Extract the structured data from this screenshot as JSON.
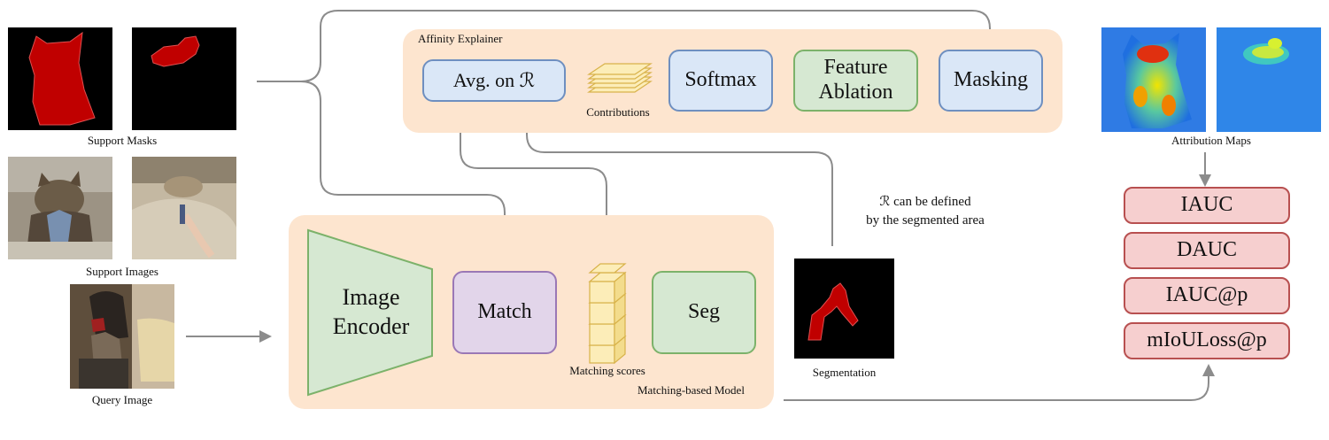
{
  "left": {
    "support_masks_caption": "Support Masks",
    "support_images_caption": "Support Images",
    "query_image_caption": "Query Image"
  },
  "explainer": {
    "title": "Affinity Explainer",
    "avg_label": "Avg. on ℛ",
    "contributions_label": "Contributions",
    "softmax_label": "Softmax",
    "feature_ablation_label_1": "Feature",
    "feature_ablation_label_2": "Ablation",
    "masking_label": "Masking"
  },
  "model": {
    "title": "Matching-based Model",
    "encoder_label_1": "Image",
    "encoder_label_2": "Encoder",
    "match_label": "Match",
    "scores_label": "Matching scores",
    "seg_label": "Seg"
  },
  "segmentation": {
    "caption": "Segmentation",
    "note_line1": "ℛ can be defined",
    "note_line2": "by the segmented area"
  },
  "attribution": {
    "caption": "Attribution Maps"
  },
  "metrics": [
    "IAUC",
    "DAUC",
    "IAUC@p",
    "mIoULoss@p"
  ],
  "colors": {
    "panel": "#fde5cf",
    "blue_box": "#dae7f7",
    "green_box": "#d6e8d2",
    "purple_box": "#e2d5ea",
    "metric_box": "#f6cfcf",
    "arrow": "#8c8c8c",
    "mask_red": "#c00000"
  }
}
